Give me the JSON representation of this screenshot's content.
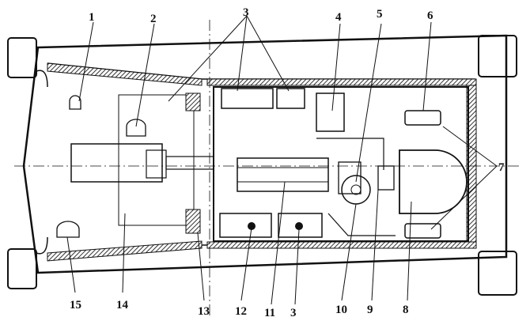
{
  "figure": {
    "callouts": [
      "1",
      "2",
      "3",
      "4",
      "5",
      "6",
      "7",
      "8",
      "9",
      "10",
      "11",
      "12",
      "13",
      "14",
      "15"
    ],
    "bottom_labels": [
      "15",
      "14",
      "13",
      "12",
      "11",
      "3",
      "10",
      "9",
      "8"
    ]
  },
  "colors": {
    "ink": "#111111",
    "hatch": "#333333",
    "paper": "#ffffff"
  }
}
